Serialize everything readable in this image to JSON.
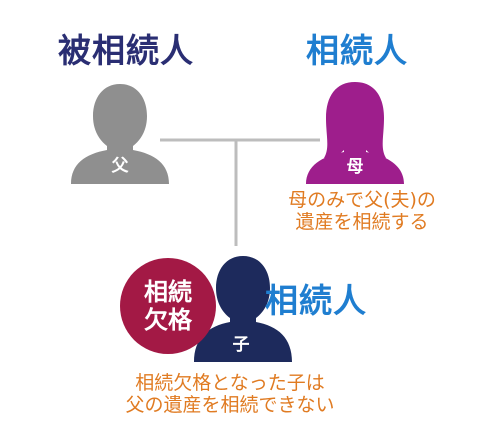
{
  "diagram": {
    "decedent": {
      "title": "被相続人",
      "figure_label": "父",
      "color": "#8f8f8f",
      "title_color": "#2a2e73"
    },
    "mother": {
      "title": "相続人",
      "figure_label": "母",
      "color": "#9e1e8c",
      "title_color": "#1f7ed0",
      "note_line1": "母のみで父(夫)の",
      "note_line2": "遺産を相続する",
      "note_color": "#e07b22"
    },
    "child": {
      "title": "相続人",
      "figure_label": "子",
      "color": "#1d2a5c",
      "title_color": "#1f7ed0",
      "badge_line1": "相続",
      "badge_line2": "欠格",
      "badge_color": "#a31945",
      "note_line1": "相続欠格となった子は",
      "note_line2": "父の遺産を相続できない",
      "note_color": "#e07b22"
    },
    "line_color": "#bdbdbd"
  }
}
